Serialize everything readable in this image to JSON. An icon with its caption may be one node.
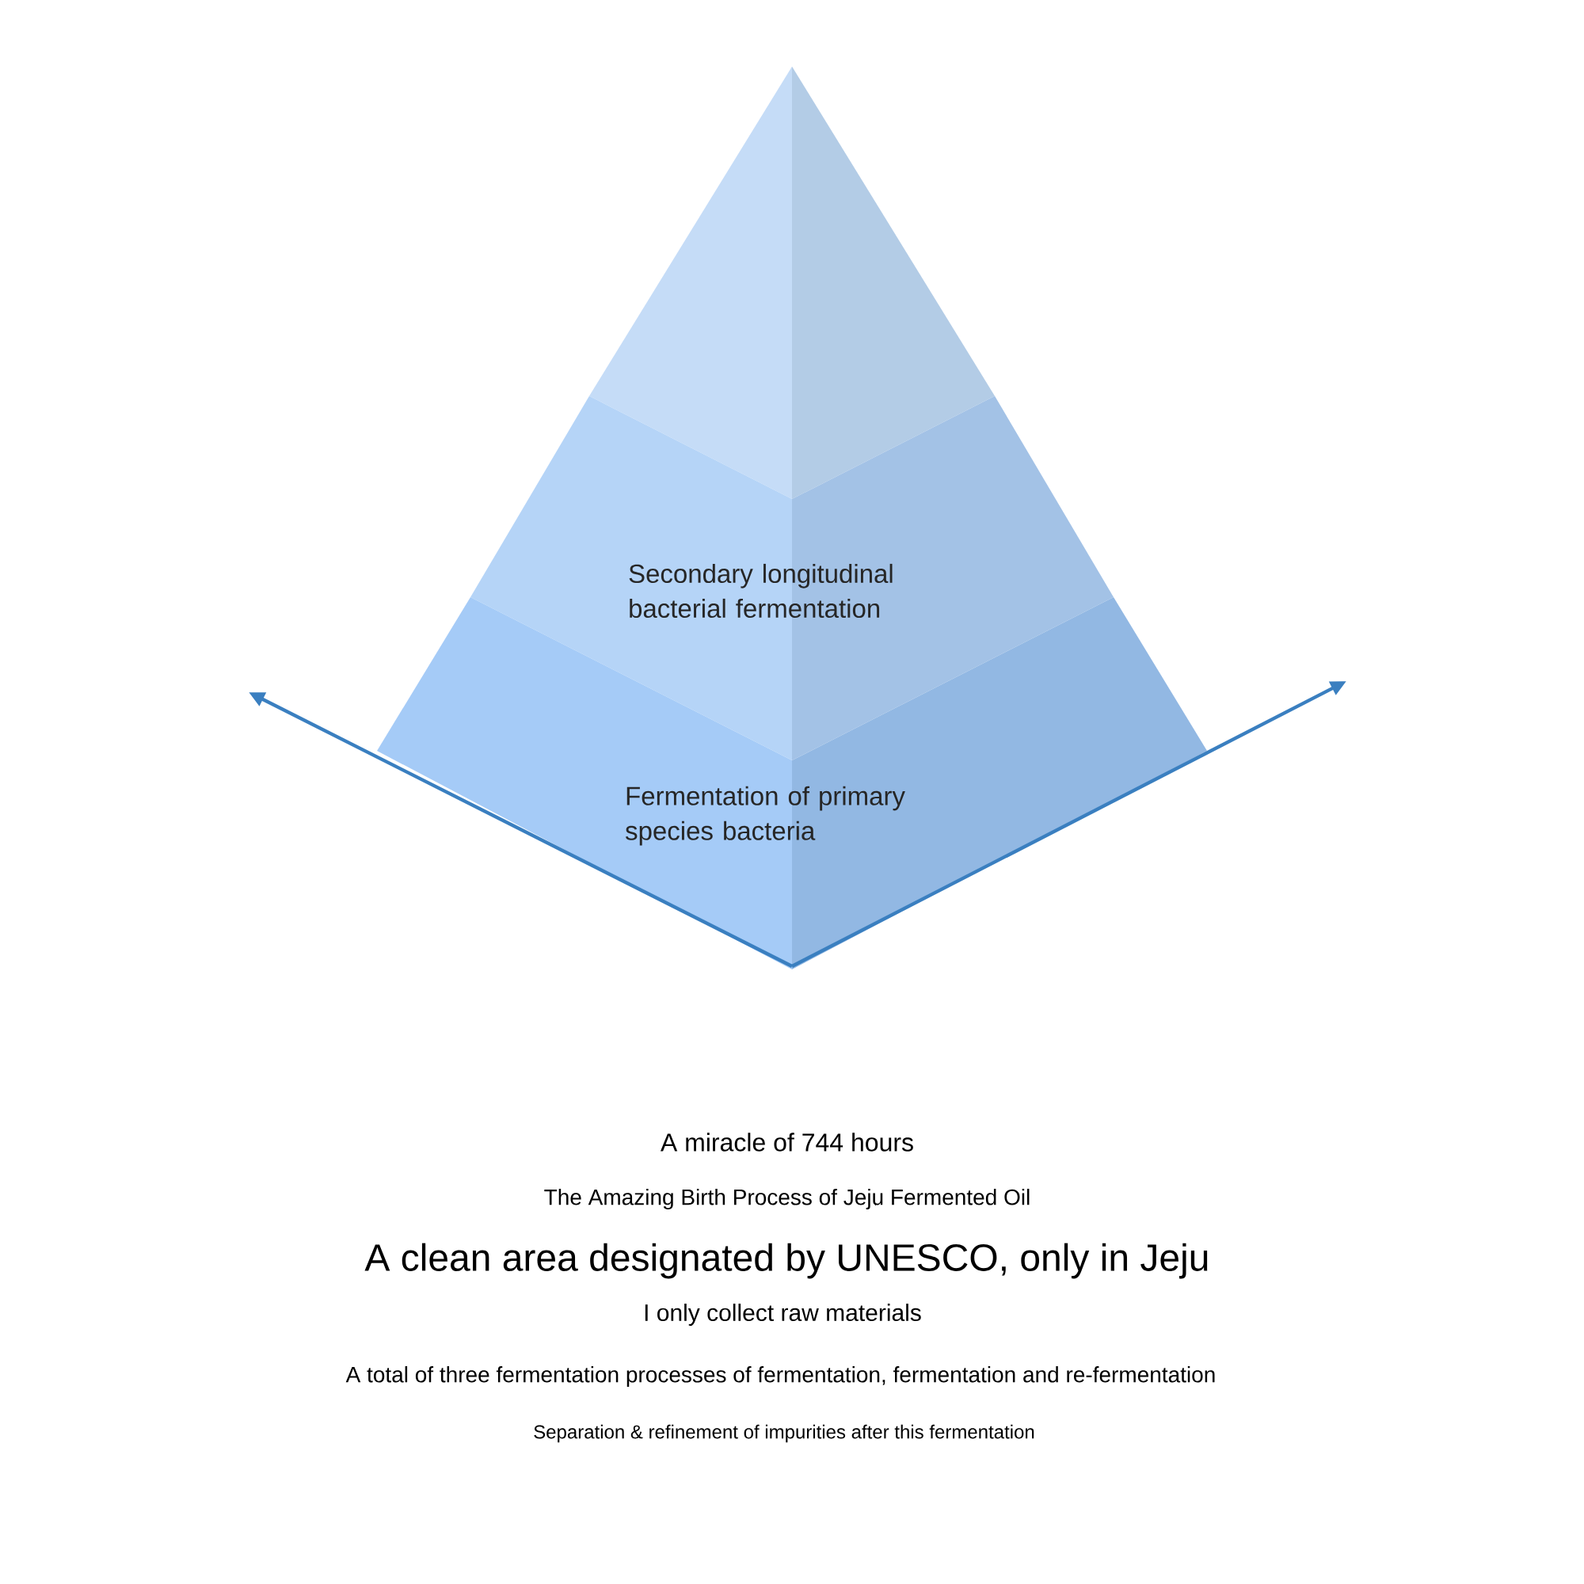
{
  "diagram": {
    "nodes": [
      {
        "text": [],
        "shape": "triangle"
      },
      {
        "text": [
          "Secondary longitudinal bacterial fermentation"
        ]
      },
      {
        "text": [
          "Fermentation of primary species bacteria"
        ]
      }
    ],
    "labels": [
      "A miracle of 744 hours",
      "The Amazing Birth Process of Jeju Fermented Oil",
      "A clean area designated by UNESCO, only in Jeju",
      "I only collect raw materials",
      "A total of three fermentation processes of fermentation, fermentation and re-fermentation",
      "Separation & refinement of impurities after this fermentation"
    ]
  }
}
